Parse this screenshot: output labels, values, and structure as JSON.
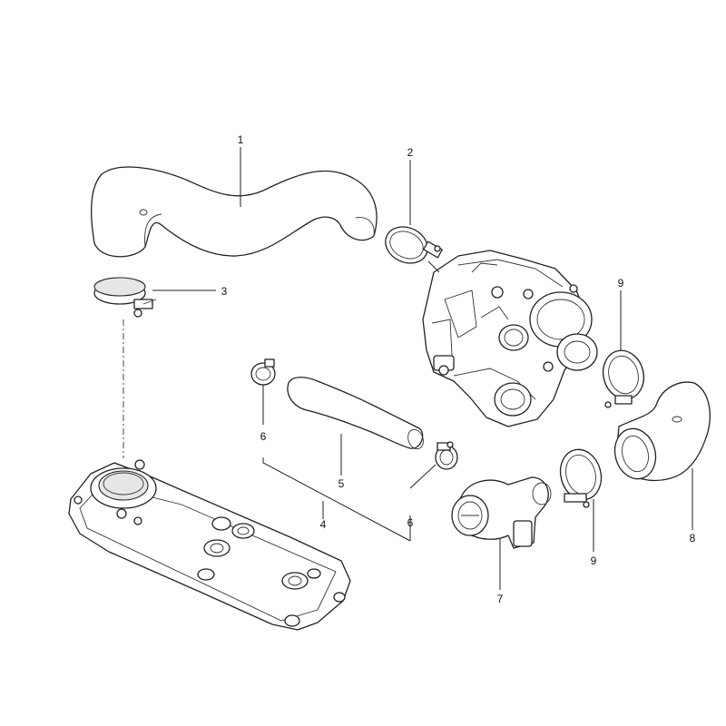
{
  "callouts": {
    "c1": "1",
    "c2": "2",
    "c3": "3",
    "c4": "4",
    "c5": "5",
    "c6a": "6",
    "c6b": "6",
    "c7": "7",
    "c8": "8",
    "c9a": "9",
    "c9b": "9"
  }
}
